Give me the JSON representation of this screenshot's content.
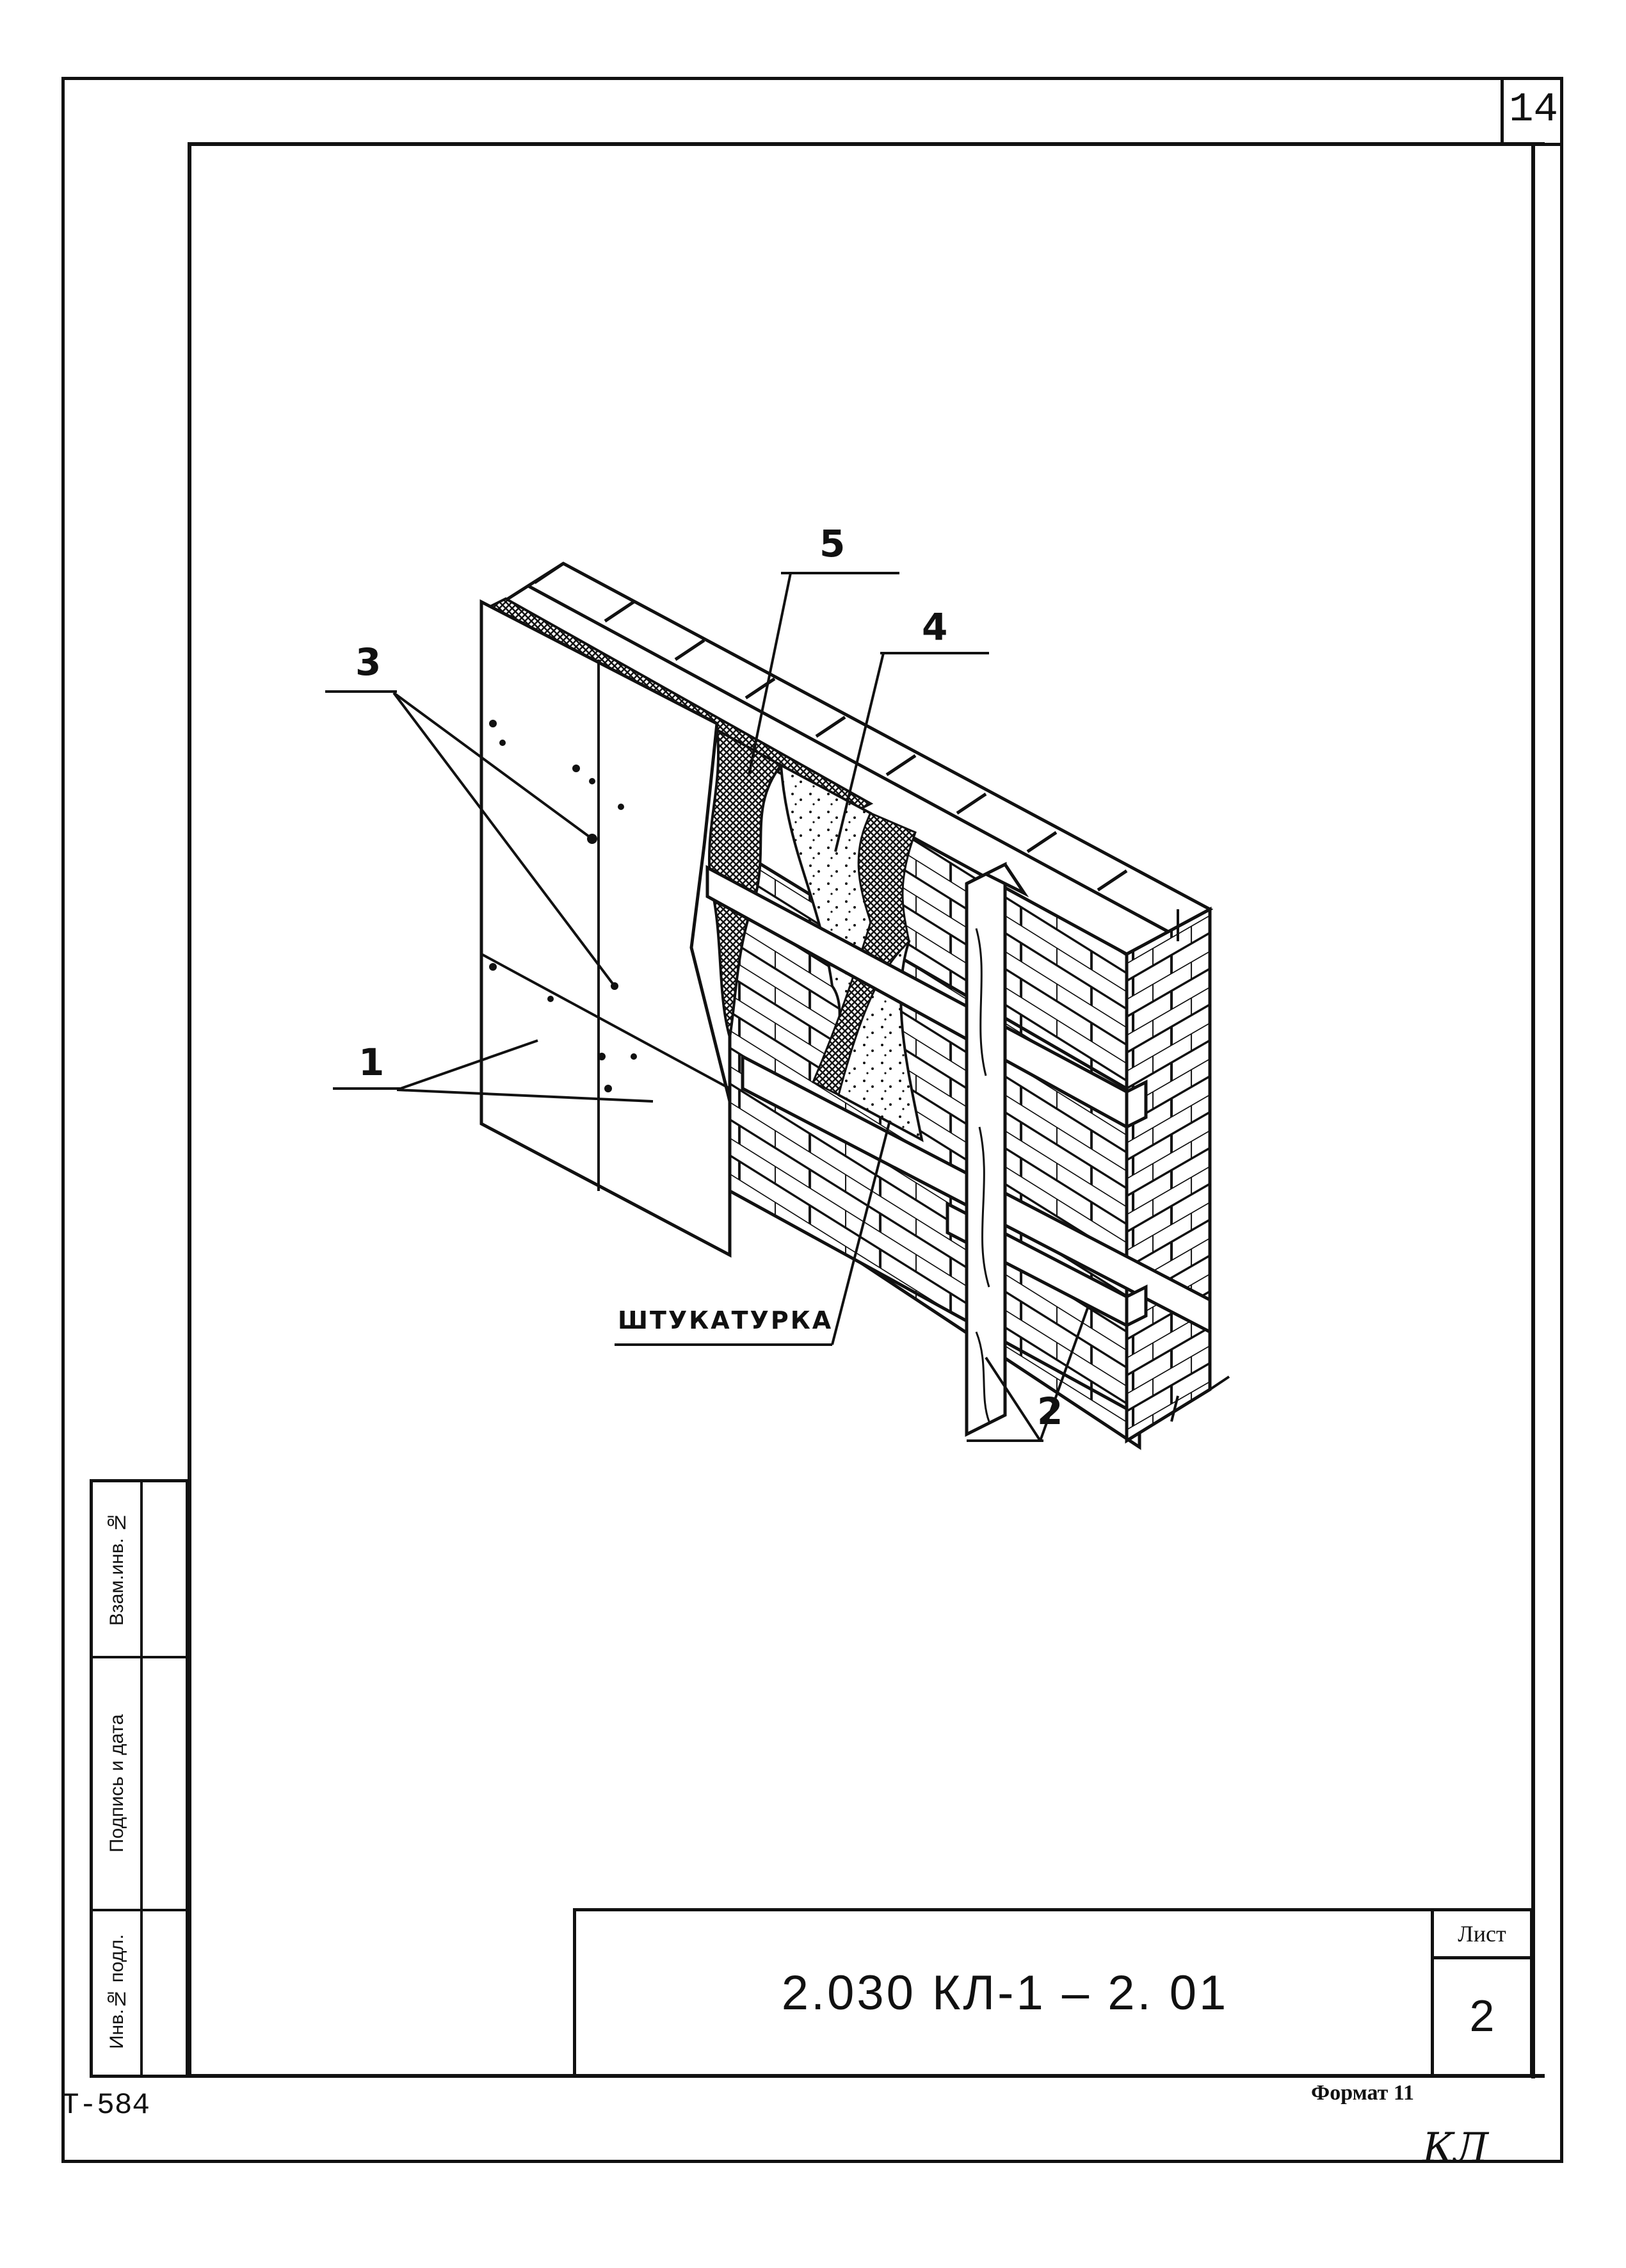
{
  "sheet_corner_number": "14",
  "drawing": {
    "labels": {
      "l1": "1",
      "l2": "2",
      "l3": "3",
      "l4": "4",
      "l5": "5",
      "stucco": "ШТУКАТУРКА"
    }
  },
  "side_strip": {
    "inv_no": "Инв.№ подл.",
    "sign_date": "Подпись и дата",
    "replace_inv": "Взам.инв. №"
  },
  "title_block": {
    "code": "2.030 КЛ-1 – 2. 01",
    "sheet_label": "Лист",
    "sheet_number": "2"
  },
  "footer": {
    "left_code": "Т-584",
    "format": "Формат 11",
    "initials": "КЛ"
  }
}
